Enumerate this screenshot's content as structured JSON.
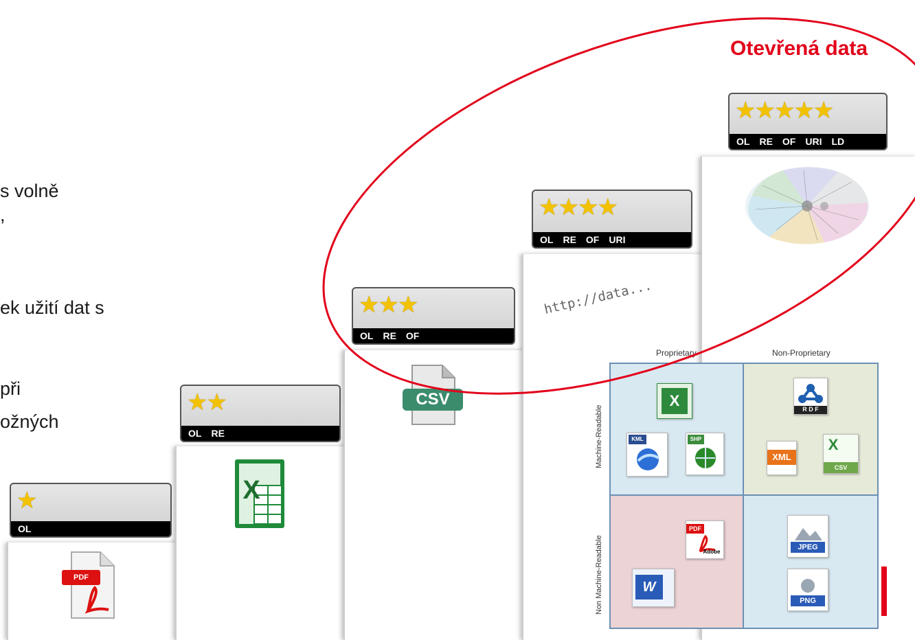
{
  "slide": {
    "text_fragments": [
      "s volně",
      ",",
      "ek užití dat s",
      "při",
      "ožných"
    ],
    "highlight_label": "Otevřená data"
  },
  "levels": [
    {
      "stars": "★",
      "codes": [
        "OL"
      ],
      "format_icon": "pdf-icon",
      "icon_text": "PDF"
    },
    {
      "stars": "★★",
      "codes": [
        "OL",
        "RE"
      ],
      "format_icon": "excel-icon",
      "icon_text": "X"
    },
    {
      "stars": "★★★",
      "codes": [
        "OL",
        "RE",
        "OF"
      ],
      "format_icon": "csv-icon",
      "icon_text": "CSV"
    },
    {
      "stars": "★★★★",
      "codes": [
        "OL",
        "RE",
        "OF",
        "URI"
      ],
      "format_icon": "url-text",
      "icon_text": "http://data..."
    },
    {
      "stars": "★★★★★",
      "codes": [
        "OL",
        "RE",
        "OF",
        "URI",
        "LD"
      ],
      "format_icon": "linked-data-graph-icon",
      "icon_text": ""
    }
  ],
  "matrix": {
    "col_headers": [
      "Proprietary",
      "Non-Proprietary"
    ],
    "row_headers": [
      "Machine-Readable",
      "Non Machine-Readable"
    ],
    "file_tags": {
      "xls": "X",
      "kml": "KML",
      "shp": "SHP",
      "rdf": "R D F",
      "xml": "XML",
      "csv": "CSV",
      "pdf": "PDF",
      "adobe": "Adobe",
      "word": "W",
      "jpeg": "JPEG",
      "png": "PNG"
    },
    "colors": {
      "blue": "#d9e9f2",
      "green": "#e6ead8",
      "pink": "#ecd3d5"
    }
  },
  "colors": {
    "accent_red": "#e2001a",
    "star_gold": "#f2c200"
  }
}
